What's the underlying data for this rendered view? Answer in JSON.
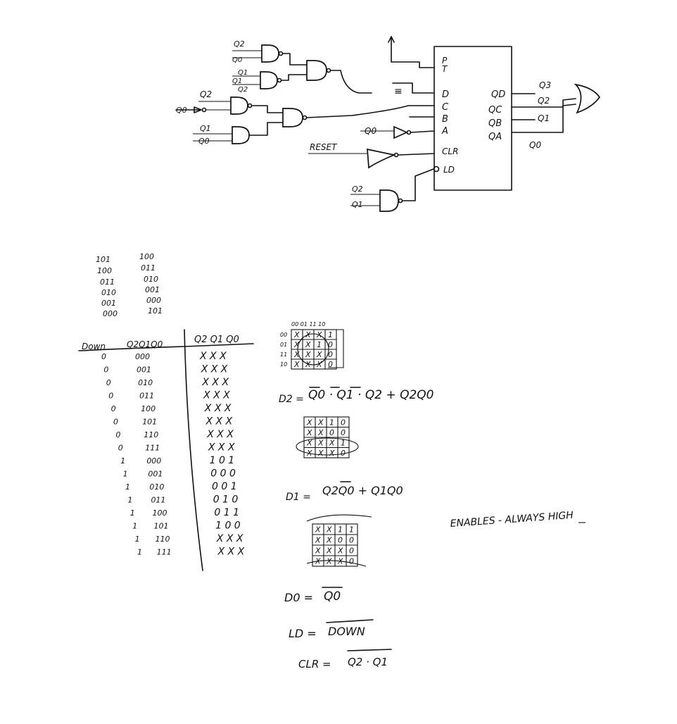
{
  "circuit": {
    "chip_pins": {
      "P": "P",
      "T": "T",
      "D": "D",
      "C": "C",
      "B": "B",
      "A": "A",
      "CLR": "CLR",
      "LD": "LD"
    },
    "chip_outputs": [
      "QD",
      "QC",
      "QB",
      "QA"
    ],
    "output_labels": [
      "Q3",
      "Q2",
      "Q1",
      "Q0"
    ],
    "or_gate_label": "Q0",
    "input_labels": {
      "g1": [
        "Q2",
        "Q0"
      ],
      "g2": [
        "Q1",
        "Q1",
        "Q2"
      ],
      "g3": [
        "Q2",
        "Q0"
      ],
      "g4": [
        "Q1",
        "Q0"
      ],
      "a_inv": "Q0",
      "reset": "RESET",
      "ld": [
        "Q2",
        "Q1"
      ]
    },
    "gnd_label": "≡"
  },
  "sequence": {
    "left": [
      "101",
      "100",
      "011",
      "010",
      "001",
      "000"
    ],
    "right": [
      "100",
      "011",
      "010",
      "001",
      "000",
      "101"
    ]
  },
  "truth_table": {
    "headers": [
      "Down",
      "Q2Q1Q0",
      "Q2 Q1 Q0"
    ],
    "rows": [
      [
        "0",
        "000",
        "X X X"
      ],
      [
        "0",
        "001",
        "X X X"
      ],
      [
        "0",
        "010",
        "X X X"
      ],
      [
        "0",
        "011",
        "X X X"
      ],
      [
        "0",
        "100",
        "X X X"
      ],
      [
        "0",
        "101",
        "X X X"
      ],
      [
        "0",
        "110",
        "X X X"
      ],
      [
        "0",
        "111",
        "X X X"
      ],
      [
        "1",
        "000",
        "1 0 1"
      ],
      [
        "1",
        "001",
        "0 0 0"
      ],
      [
        "1",
        "010",
        "0 0 1"
      ],
      [
        "1",
        "011",
        "0 1 0"
      ],
      [
        "1",
        "100",
        "0 1 1"
      ],
      [
        "1",
        "101",
        "1 0 0"
      ],
      [
        "1",
        "110",
        "X X X"
      ],
      [
        "1",
        "111",
        "X X X"
      ]
    ]
  },
  "kmaps": {
    "col_header": "00 01 11 10",
    "row_headers": [
      "00",
      "01",
      "11",
      "10"
    ],
    "k1": [
      [
        "X",
        "X",
        "X",
        "1"
      ],
      [
        "X",
        "X",
        "1",
        "0"
      ],
      [
        "X",
        "X",
        "X",
        "0"
      ],
      [
        "X",
        "X",
        "X",
        "0"
      ]
    ],
    "k2": [
      [
        "X",
        "X",
        "1",
        "0"
      ],
      [
        "X",
        "X",
        "0",
        "0"
      ],
      [
        "X",
        "X",
        "X",
        "1"
      ],
      [
        "X",
        "X",
        "X",
        "0"
      ]
    ],
    "k3": [
      [
        "X",
        "X",
        "1",
        "1"
      ],
      [
        "X",
        "X",
        "0",
        "0"
      ],
      [
        "X",
        "X",
        "X",
        "0"
      ],
      [
        "X",
        "X",
        "X",
        "0"
      ]
    ]
  },
  "equations": {
    "d2_lhs": "D2 =",
    "d2_rhs": "Q0 · Q1 · Q2 + Q2Q0",
    "d1_lhs": "D1 =",
    "d1_rhs": "Q2Q0 + Q1Q0",
    "d0_lhs": "D0 =",
    "d0_rhs": "Q0",
    "ld_lhs": "LD =",
    "ld_rhs": "DOWN",
    "clr_lhs": "CLR =",
    "clr_rhs": "Q2 · Q1"
  },
  "note": "ENABLES - ALWAYS HIGH"
}
